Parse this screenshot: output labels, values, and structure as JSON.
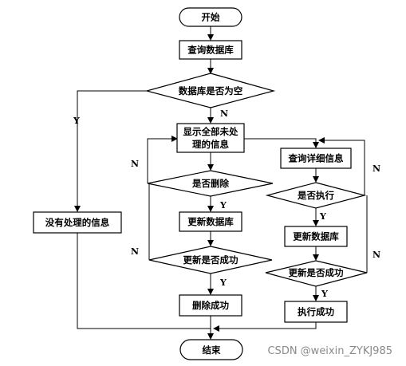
{
  "nodes": {
    "start": "开始",
    "query_db": "查询数据库",
    "db_empty": "数据库是否为空",
    "show_unprocessed_1": "显示全部未处",
    "show_unprocessed_2": "理的信息",
    "no_unprocessed": "没有处理的信息",
    "delete_q": "是否删除",
    "update_db_left": "更新数据库",
    "update_success_left": "更新是否成功",
    "delete_success": "删除成功",
    "query_detail": "查询详细信息",
    "execute_q": "是否执行",
    "update_db_right": "更新数据库",
    "update_success_right": "更新是否成功",
    "execute_success": "执行成功",
    "end": "结束"
  },
  "labels": {
    "yes": "Y",
    "no": "N"
  },
  "watermark": "CSDN @weixin_ZYKJ985"
}
